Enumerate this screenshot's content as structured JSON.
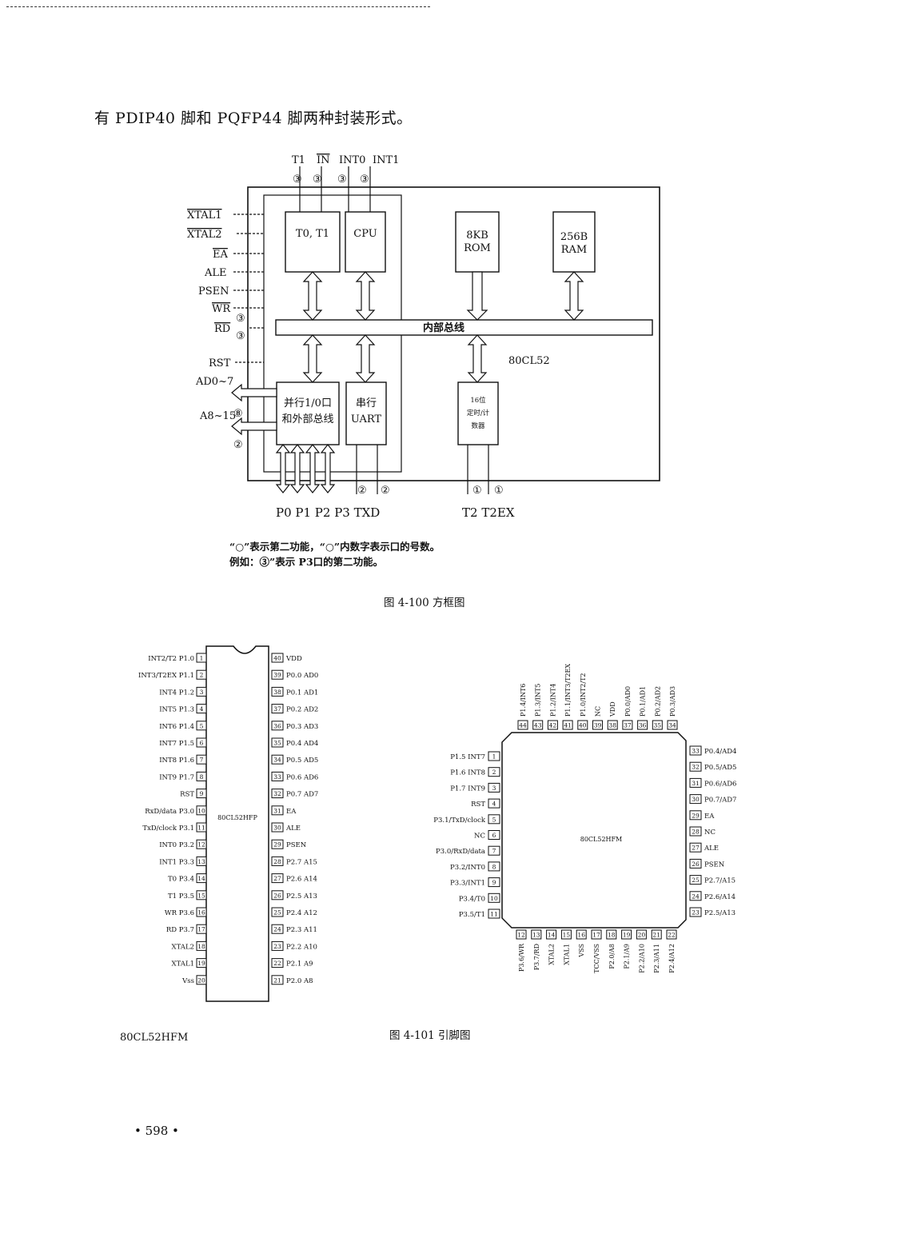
{
  "page": {
    "intro_text": "有 PDIP40 脚和 PQFP44 脚两种封装形式。",
    "page_number": "• 598 •",
    "footer_left": "80CL52HFM"
  },
  "block_diagram": {
    "top_signals": [
      "T1",
      "IN",
      "INT0",
      "INT1"
    ],
    "top_marks": [
      "③",
      "③",
      "③",
      "③"
    ],
    "left_signals": [
      "XTAL1",
      "XTAL2",
      "EA",
      "ALE",
      "PSEN",
      "WR",
      "RD",
      "RST",
      "AD0~7",
      "A8~15"
    ],
    "left_marks": [
      "③",
      "③",
      "⑧",
      "②"
    ],
    "blocks": {
      "timer": "T0, T1",
      "cpu": "CPU",
      "rom_line1": "8KB",
      "rom_line2": "ROM",
      "ram_line1": "256B",
      "ram_line2": "RAM",
      "bus": "内部总线",
      "chip": "80CL52",
      "io_line1": "并行1/0口",
      "io_line2": "和外部总线",
      "uart_line1": "串行",
      "uart_line2": "UART",
      "counter_line1": "16位",
      "counter_line2": "定时/计",
      "counter_line3": "数器"
    },
    "bottom_marks": [
      "②",
      "②",
      "①",
      "①"
    ],
    "bottom_labels": [
      "P0 P1 P2 P3 TXD",
      "T2  T2EX"
    ],
    "legend_line1": "“○”表示第二功能，“○”内数字表示口的号数。",
    "legend_line2": "例如：③”表示 P3口的第二功能。",
    "caption": "图 4-100    方框图"
  },
  "dip40": {
    "chip_label": "80CL52HFP",
    "left_pins": [
      {
        "n": "1",
        "label": "INT2/T2  P1.0"
      },
      {
        "n": "2",
        "label": "INT3/T2EX P1.1"
      },
      {
        "n": "3",
        "label": "INT4  P1.2"
      },
      {
        "n": "4",
        "label": "INT5  P1.3"
      },
      {
        "n": "5",
        "label": "INT6  P1.4"
      },
      {
        "n": "6",
        "label": "INT7  P1.5"
      },
      {
        "n": "7",
        "label": "INT8  P1.6"
      },
      {
        "n": "8",
        "label": "INT9  P1.7"
      },
      {
        "n": "9",
        "label": "RST"
      },
      {
        "n": "10",
        "label": "RxD/data  P3.0"
      },
      {
        "n": "11",
        "label": "TxD/clock  P3.1"
      },
      {
        "n": "12",
        "label": "INT0  P3.2"
      },
      {
        "n": "13",
        "label": "INT1  P3.3"
      },
      {
        "n": "14",
        "label": "T0  P3.4"
      },
      {
        "n": "15",
        "label": "T1  P3.5"
      },
      {
        "n": "16",
        "label": "WR  P3.6"
      },
      {
        "n": "17",
        "label": "RD  P3.7"
      },
      {
        "n": "18",
        "label": "XTAL2"
      },
      {
        "n": "19",
        "label": "XTAL1"
      },
      {
        "n": "20",
        "label": "Vss"
      }
    ],
    "right_pins": [
      {
        "n": "40",
        "label": "VDD"
      },
      {
        "n": "39",
        "label": "P0.0  AD0"
      },
      {
        "n": "38",
        "label": "P0.1  AD1"
      },
      {
        "n": "37",
        "label": "P0.2  AD2"
      },
      {
        "n": "36",
        "label": "P0.3  AD3"
      },
      {
        "n": "35",
        "label": "P0.4  AD4"
      },
      {
        "n": "34",
        "label": "P0.5  AD5"
      },
      {
        "n": "33",
        "label": "P0.6  AD6"
      },
      {
        "n": "32",
        "label": "P0.7  AD7"
      },
      {
        "n": "31",
        "label": "EA"
      },
      {
        "n": "30",
        "label": "ALE"
      },
      {
        "n": "29",
        "label": "PSEN"
      },
      {
        "n": "28",
        "label": "P2.7  A15"
      },
      {
        "n": "27",
        "label": "P2.6  A14"
      },
      {
        "n": "26",
        "label": "P2.5  A13"
      },
      {
        "n": "25",
        "label": "P2.4  A12"
      },
      {
        "n": "24",
        "label": "P2.3  A11"
      },
      {
        "n": "23",
        "label": "P2.2  A10"
      },
      {
        "n": "22",
        "label": "P2.1  A9"
      },
      {
        "n": "21",
        "label": "P2.0  A8"
      }
    ]
  },
  "qfp44": {
    "chip_label": "80CL52HFM",
    "left_pins": [
      {
        "n": "1",
        "label": "P1.5  INT7"
      },
      {
        "n": "2",
        "label": "P1.6  INT8"
      },
      {
        "n": "3",
        "label": "P1.7  INT9"
      },
      {
        "n": "4",
        "label": "RST"
      },
      {
        "n": "5",
        "label": "P3.1/TxD/clock"
      },
      {
        "n": "6",
        "label": "NC"
      },
      {
        "n": "7",
        "label": "P3.0/RxD/data"
      },
      {
        "n": "8",
        "label": "P3.2/INT0"
      },
      {
        "n": "9",
        "label": "P3.3/INT1"
      },
      {
        "n": "10",
        "label": "P3.4/T0"
      },
      {
        "n": "11",
        "label": "P3.5/T1"
      }
    ],
    "right_pins": [
      {
        "n": "33",
        "label": "P0.4/AD4"
      },
      {
        "n": "32",
        "label": "P0.5/AD5"
      },
      {
        "n": "31",
        "label": "P0.6/AD6"
      },
      {
        "n": "30",
        "label": "P0.7/AD7"
      },
      {
        "n": "29",
        "label": "EA"
      },
      {
        "n": "28",
        "label": "NC"
      },
      {
        "n": "27",
        "label": "ALE"
      },
      {
        "n": "26",
        "label": "PSEN"
      },
      {
        "n": "25",
        "label": "P2.7/A15"
      },
      {
        "n": "24",
        "label": "P2.6/A14"
      },
      {
        "n": "23",
        "label": "P2.5/A13"
      }
    ],
    "top_pins": [
      {
        "n": "44",
        "label": "P1.4/INT6"
      },
      {
        "n": "43",
        "label": "P1.3/INT5"
      },
      {
        "n": "42",
        "label": "P1.2/INT4"
      },
      {
        "n": "41",
        "label": "P1.1/INT3/T2EX"
      },
      {
        "n": "40",
        "label": "P1.0/INT2/T2"
      },
      {
        "n": "39",
        "label": "NC"
      },
      {
        "n": "38",
        "label": "VDD"
      },
      {
        "n": "37",
        "label": "P0.0/AD0"
      },
      {
        "n": "36",
        "label": "P0.1/AD1"
      },
      {
        "n": "35",
        "label": "P0.2/AD2"
      },
      {
        "n": "34",
        "label": "P0.3/AD3"
      }
    ],
    "bottom_pins": [
      {
        "n": "12",
        "label": "P3.6/WR"
      },
      {
        "n": "13",
        "label": "P3.7/RD"
      },
      {
        "n": "14",
        "label": "XTAL2"
      },
      {
        "n": "15",
        "label": "XTAL1"
      },
      {
        "n": "16",
        "label": "VSS"
      },
      {
        "n": "17",
        "label": "TCC/VSS"
      },
      {
        "n": "18",
        "label": "P2.0/A8"
      },
      {
        "n": "19",
        "label": "P2.1/A9"
      },
      {
        "n": "20",
        "label": "P2.2/A10"
      },
      {
        "n": "21",
        "label": "P2.3/A11"
      },
      {
        "n": "22",
        "label": "P2.4/A12"
      }
    ],
    "caption": "图 4-101    引脚图"
  }
}
